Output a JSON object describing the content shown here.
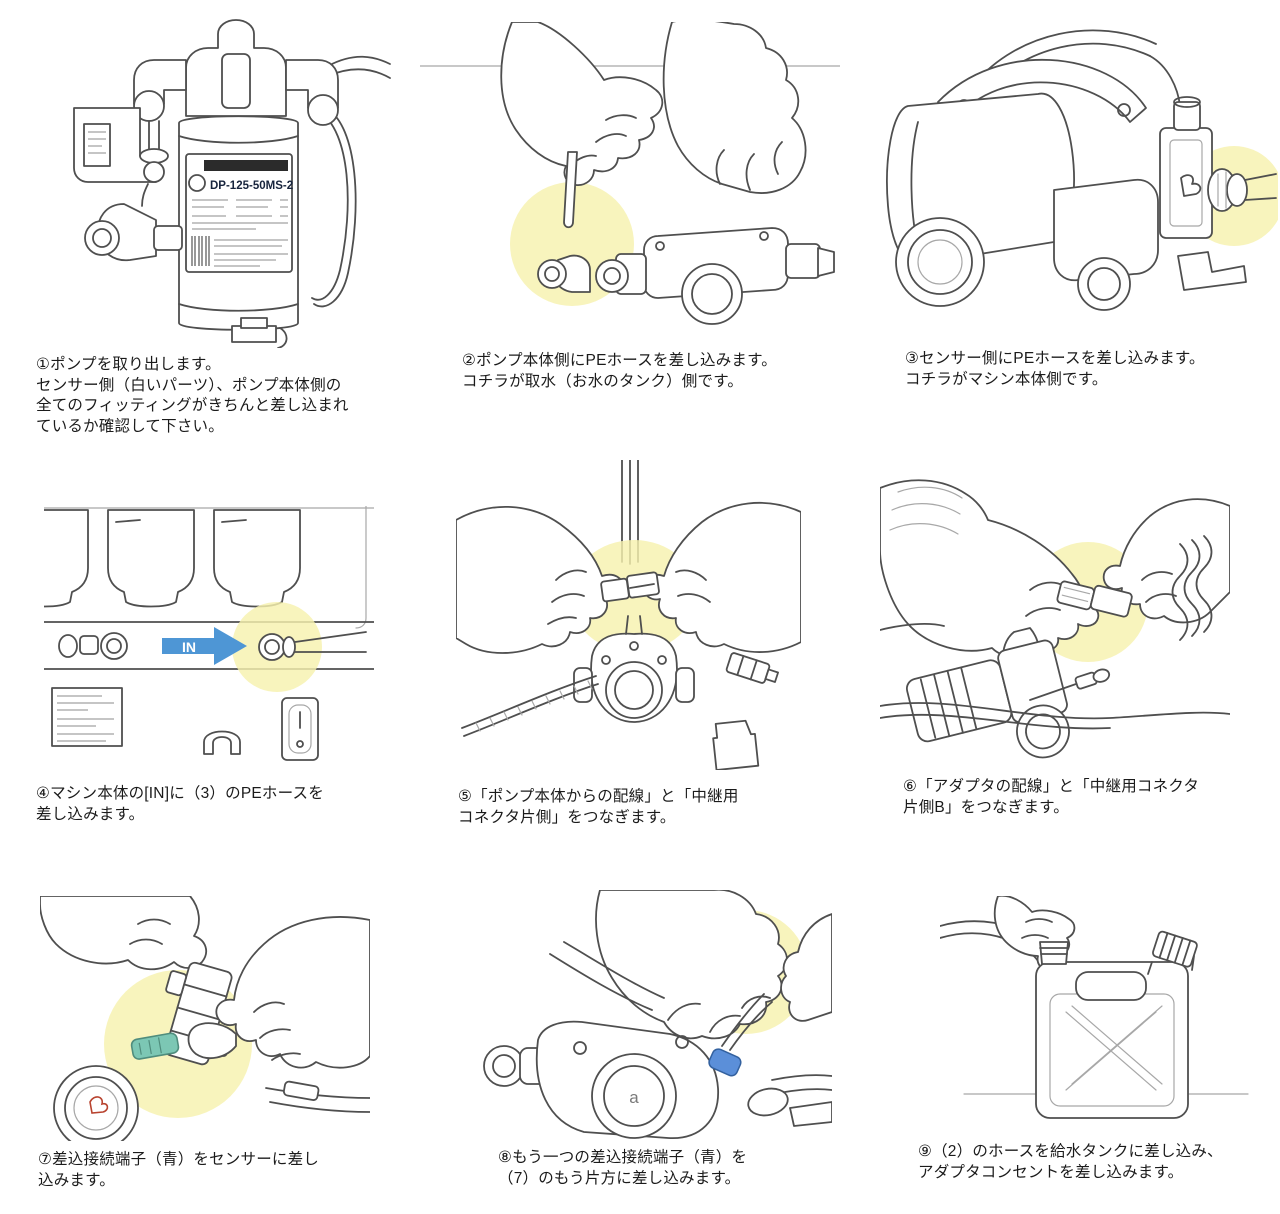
{
  "colors": {
    "background": "#ffffff",
    "line": "#4f4f4f",
    "highlight_yellow": "#f6f1ae",
    "arrow_blue": "#4e96d5",
    "connector_teal": "#7cc7b4",
    "connector_blue": "#5b8fd9",
    "caption_text": "#1b1b1b"
  },
  "figure_labels": {
    "pump_model": "DP-125-50MS-2",
    "in_arrow": "IN",
    "pump_logo": "a"
  },
  "panels": [
    {
      "step": 1,
      "caption": "①ポンプを取り出します。\nセンサー側（白いパーツ）、ポンプ本体側の\n全てのフィッティングがきちんと差し込まれ\nているか確認して下さい。"
    },
    {
      "step": 2,
      "caption": "②ポンプ本体側にPEホースを差し込みます。\nコチラが取水（お水のタンク）側です。"
    },
    {
      "step": 3,
      "caption": "③センサー側にPEホースを差し込みます。\nコチラがマシン本体側です。"
    },
    {
      "step": 4,
      "caption": "④マシン本体の[IN]に（3）のPEホースを\n差し込みます。"
    },
    {
      "step": 5,
      "caption": "⑤「ポンプ本体からの配線」と「中継用\nコネクタ片側」をつなぎます。"
    },
    {
      "step": 6,
      "caption": "⑥「アダプタの配線」と「中継用コネクタ\n片側B」をつなぎます。"
    },
    {
      "step": 7,
      "caption": "⑦差込接続端子（青）をセンサーに差し\n込みます。"
    },
    {
      "step": 8,
      "caption": "⑧もう一つの差込接続端子（青）を\n（7）のもう片方に差し込みます。"
    },
    {
      "step": 9,
      "caption": "⑨（2）のホースを給水タンクに差し込み、\nアダプタコンセントを差し込みます。"
    }
  ]
}
